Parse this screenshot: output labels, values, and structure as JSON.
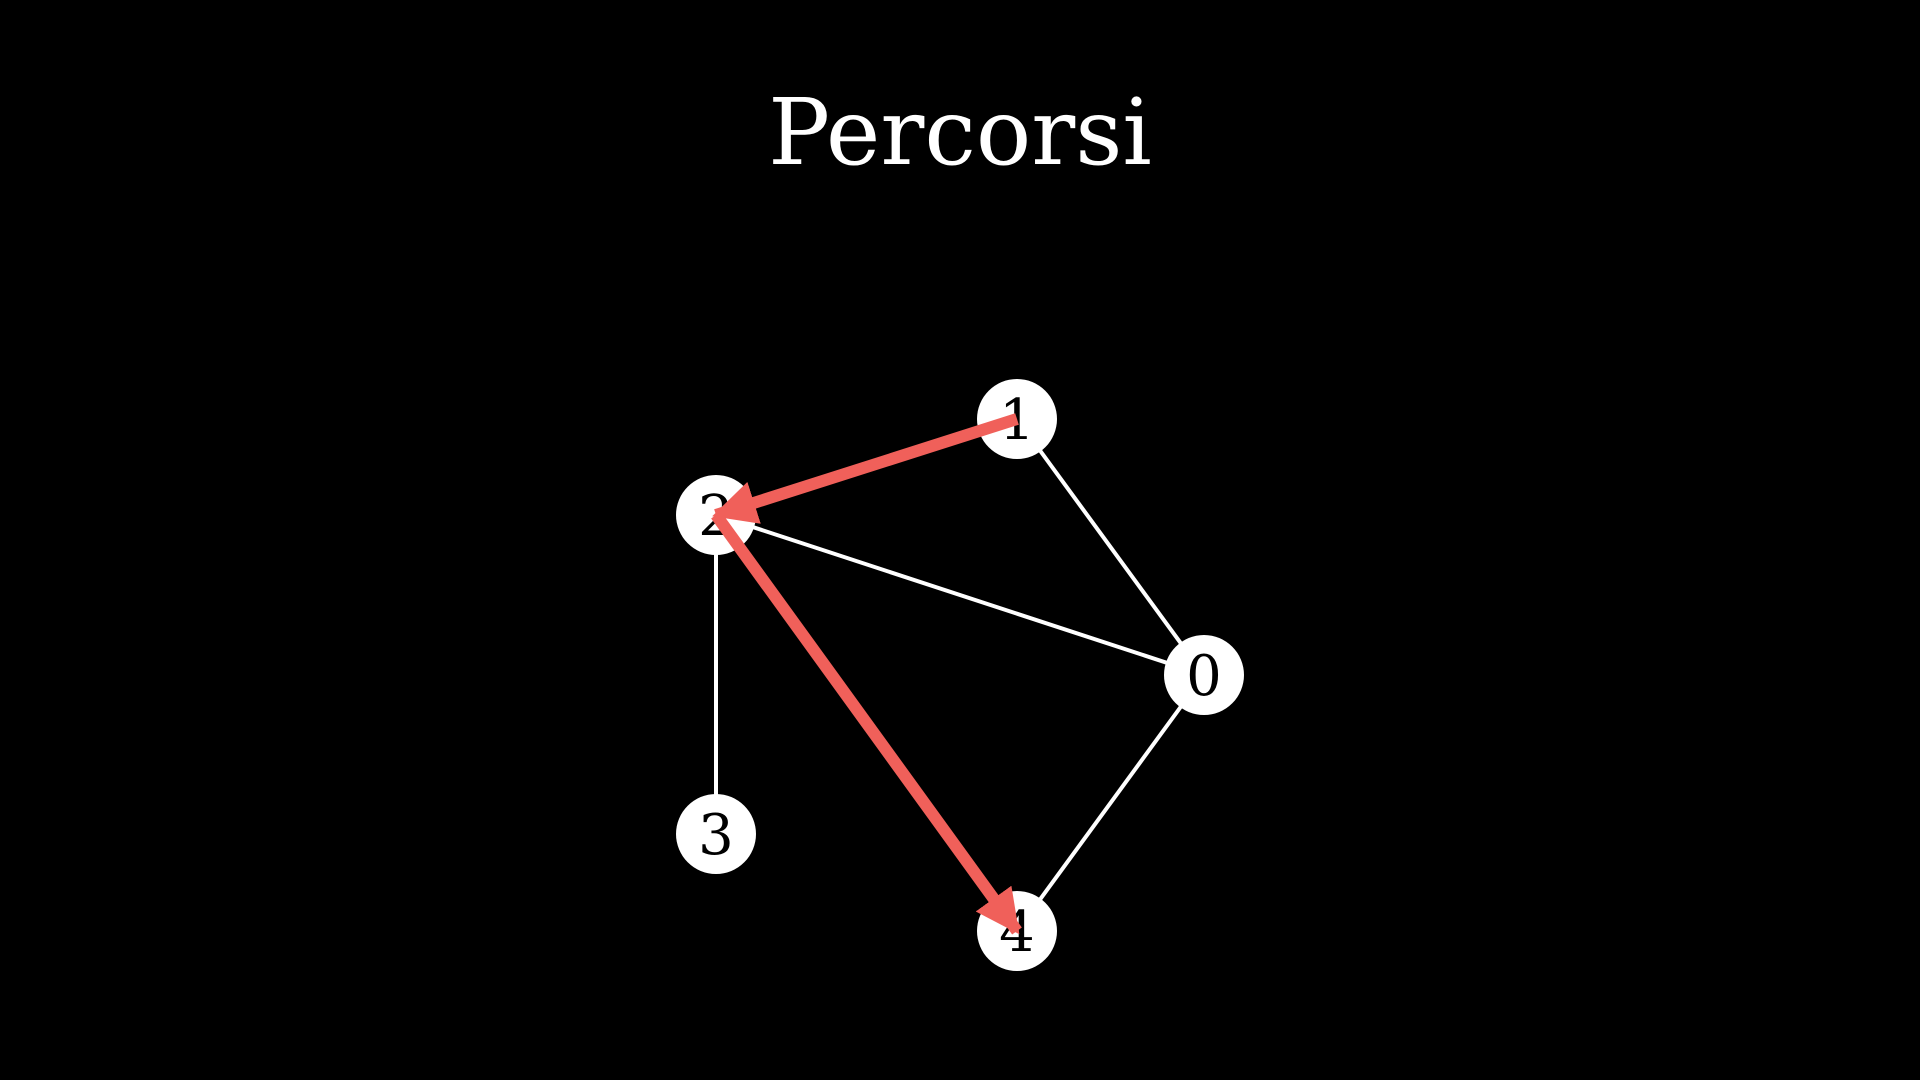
{
  "title": "Percorsi",
  "colors": {
    "background": "#000000",
    "node_fill": "#ffffff",
    "node_label": "#000000",
    "edge": "#ffffff",
    "path": "#f0605a"
  },
  "graph": {
    "nodes": [
      {
        "id": "0",
        "label": "0"
      },
      {
        "id": "1",
        "label": "1"
      },
      {
        "id": "2",
        "label": "2"
      },
      {
        "id": "3",
        "label": "3"
      },
      {
        "id": "4",
        "label": "4"
      }
    ],
    "edges": [
      {
        "from": "0",
        "to": "1"
      },
      {
        "from": "0",
        "to": "2"
      },
      {
        "from": "0",
        "to": "4"
      },
      {
        "from": "1",
        "to": "2"
      },
      {
        "from": "2",
        "to": "3"
      },
      {
        "from": "2",
        "to": "4"
      }
    ],
    "highlighted_path": [
      {
        "from": "1",
        "to": "2"
      },
      {
        "from": "2",
        "to": "4"
      }
    ]
  }
}
